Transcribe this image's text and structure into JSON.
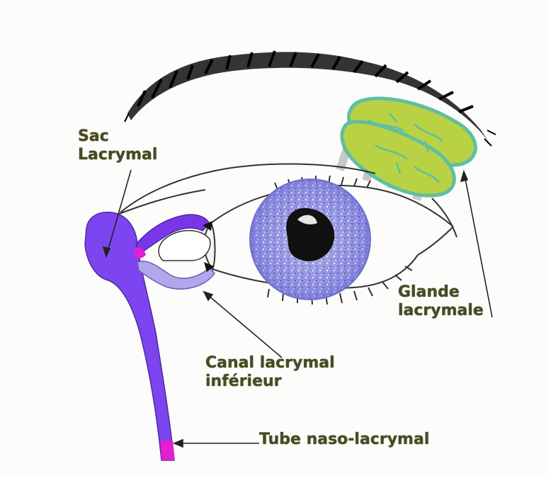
{
  "labels": {
    "sac": {
      "line1": "Sac",
      "line2": "Lacrymal"
    },
    "glande": {
      "line1": "Glande",
      "line2": "lacrymale"
    },
    "canal": {
      "line1": "Canal lacrymal",
      "line2": "inférieur"
    },
    "tube": {
      "line1": "Tube naso-lacrymal"
    }
  },
  "colors": {
    "label_text": "#4a4a22",
    "sac_duct": "#7c45f0",
    "canal_superieur": "#7a35e8",
    "canal_inferieur": "#b4a6ea",
    "tube_end": "#e020d0",
    "gland": "#b8d243",
    "gland_outline": "#5fbfa0",
    "iris": "#8f8fe0",
    "pupil": "#111111",
    "outline": "#333333"
  }
}
